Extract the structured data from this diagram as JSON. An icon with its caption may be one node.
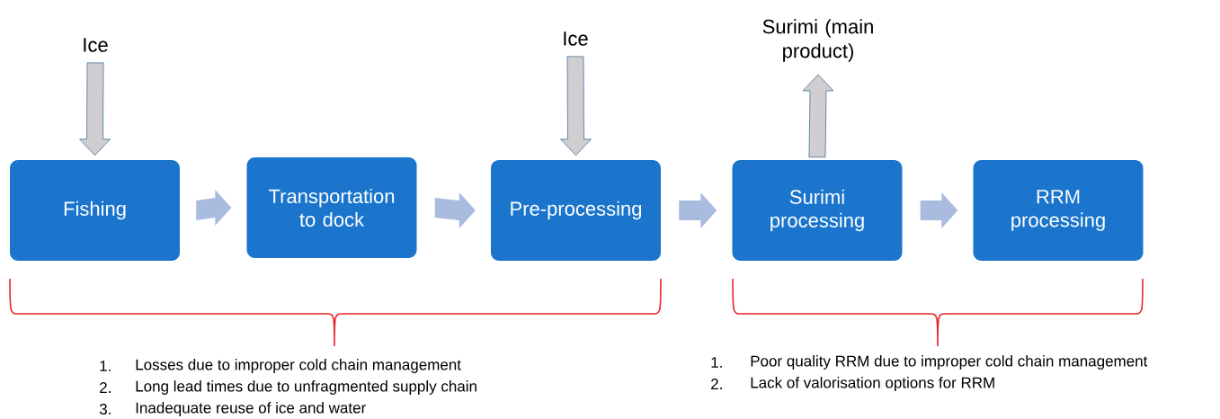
{
  "diagram": {
    "nodes": [
      {
        "text": [
          "Ice"
        ]
      },
      {
        "text": [
          "Ice"
        ]
      },
      {
        "text": [
          "Surimi (main product)"
        ]
      },
      {
        "text": [
          "Fishing"
        ]
      },
      {
        "text": [
          "Transportation to dock"
        ]
      },
      {
        "text": [
          "Pre-processing"
        ]
      },
      {
        "text": [
          "Surimi processing"
        ]
      },
      {
        "text": [
          "RRM processing"
        ]
      }
    ],
    "edges": [
      {
        "from": 0,
        "to": 3,
        "arrow": "to",
        "color": "#d0cece"
      },
      {
        "from": 1,
        "to": 5,
        "arrow": "to",
        "color": "#d0cece"
      },
      {
        "from": 6,
        "to": 2,
        "arrow": "to",
        "color": "#d0cece"
      },
      {
        "from": 3,
        "to": 4,
        "arrow": "to"
      },
      {
        "from": 4,
        "to": 5,
        "arrow": "to"
      },
      {
        "from": 5,
        "to": 6,
        "arrow": "to"
      },
      {
        "from": 6,
        "to": 7,
        "arrow": "to"
      }
    ],
    "labels": [
      "1.",
      "Losses due to improper cold chain management",
      "2.",
      "Long lead times due to unfragmented supply chain",
      "3.",
      "Inadequate reuse of ice and water",
      "1.",
      "Poor quality RRM due to improper cold chain management",
      "2.",
      "Lack of valorisation options for RRM"
    ]
  }
}
